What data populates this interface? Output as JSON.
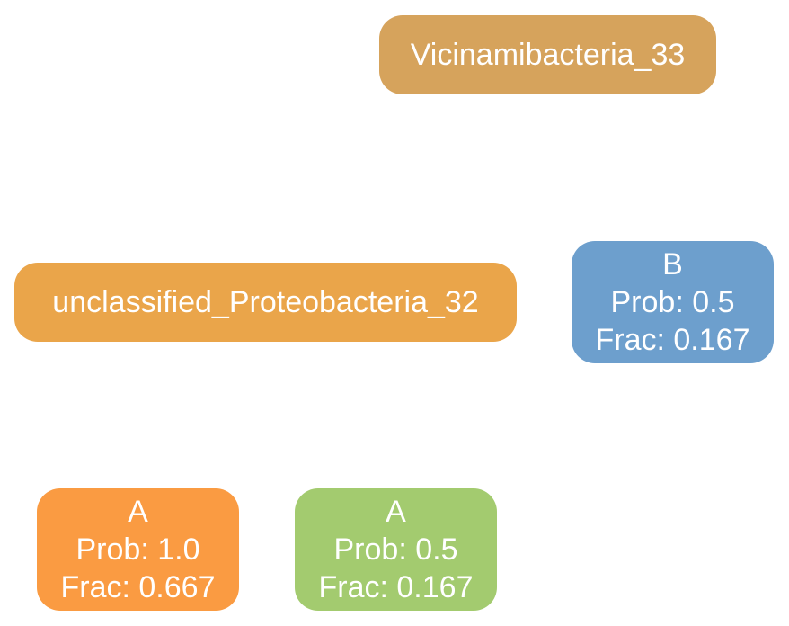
{
  "nodes": {
    "vicinamibacteria": {
      "label": "Vicinamibacteria_33",
      "color": "#d6a35c"
    },
    "unclassified_proteobacteria": {
      "label": "unclassified_Proteobacteria_32",
      "color": "#eaa54a"
    },
    "leaf_b": {
      "label": "B",
      "prob": "Prob: 0.5",
      "frac": "Frac: 0.167",
      "color": "#6d9fcd"
    },
    "leaf_a1": {
      "label": "A",
      "prob": "Prob: 1.0",
      "frac": "Frac: 0.667",
      "color": "#fa9b42"
    },
    "leaf_a2": {
      "label": "A",
      "prob": "Prob: 0.5",
      "frac": "Frac: 0.167",
      "color": "#a3cb6f"
    }
  }
}
